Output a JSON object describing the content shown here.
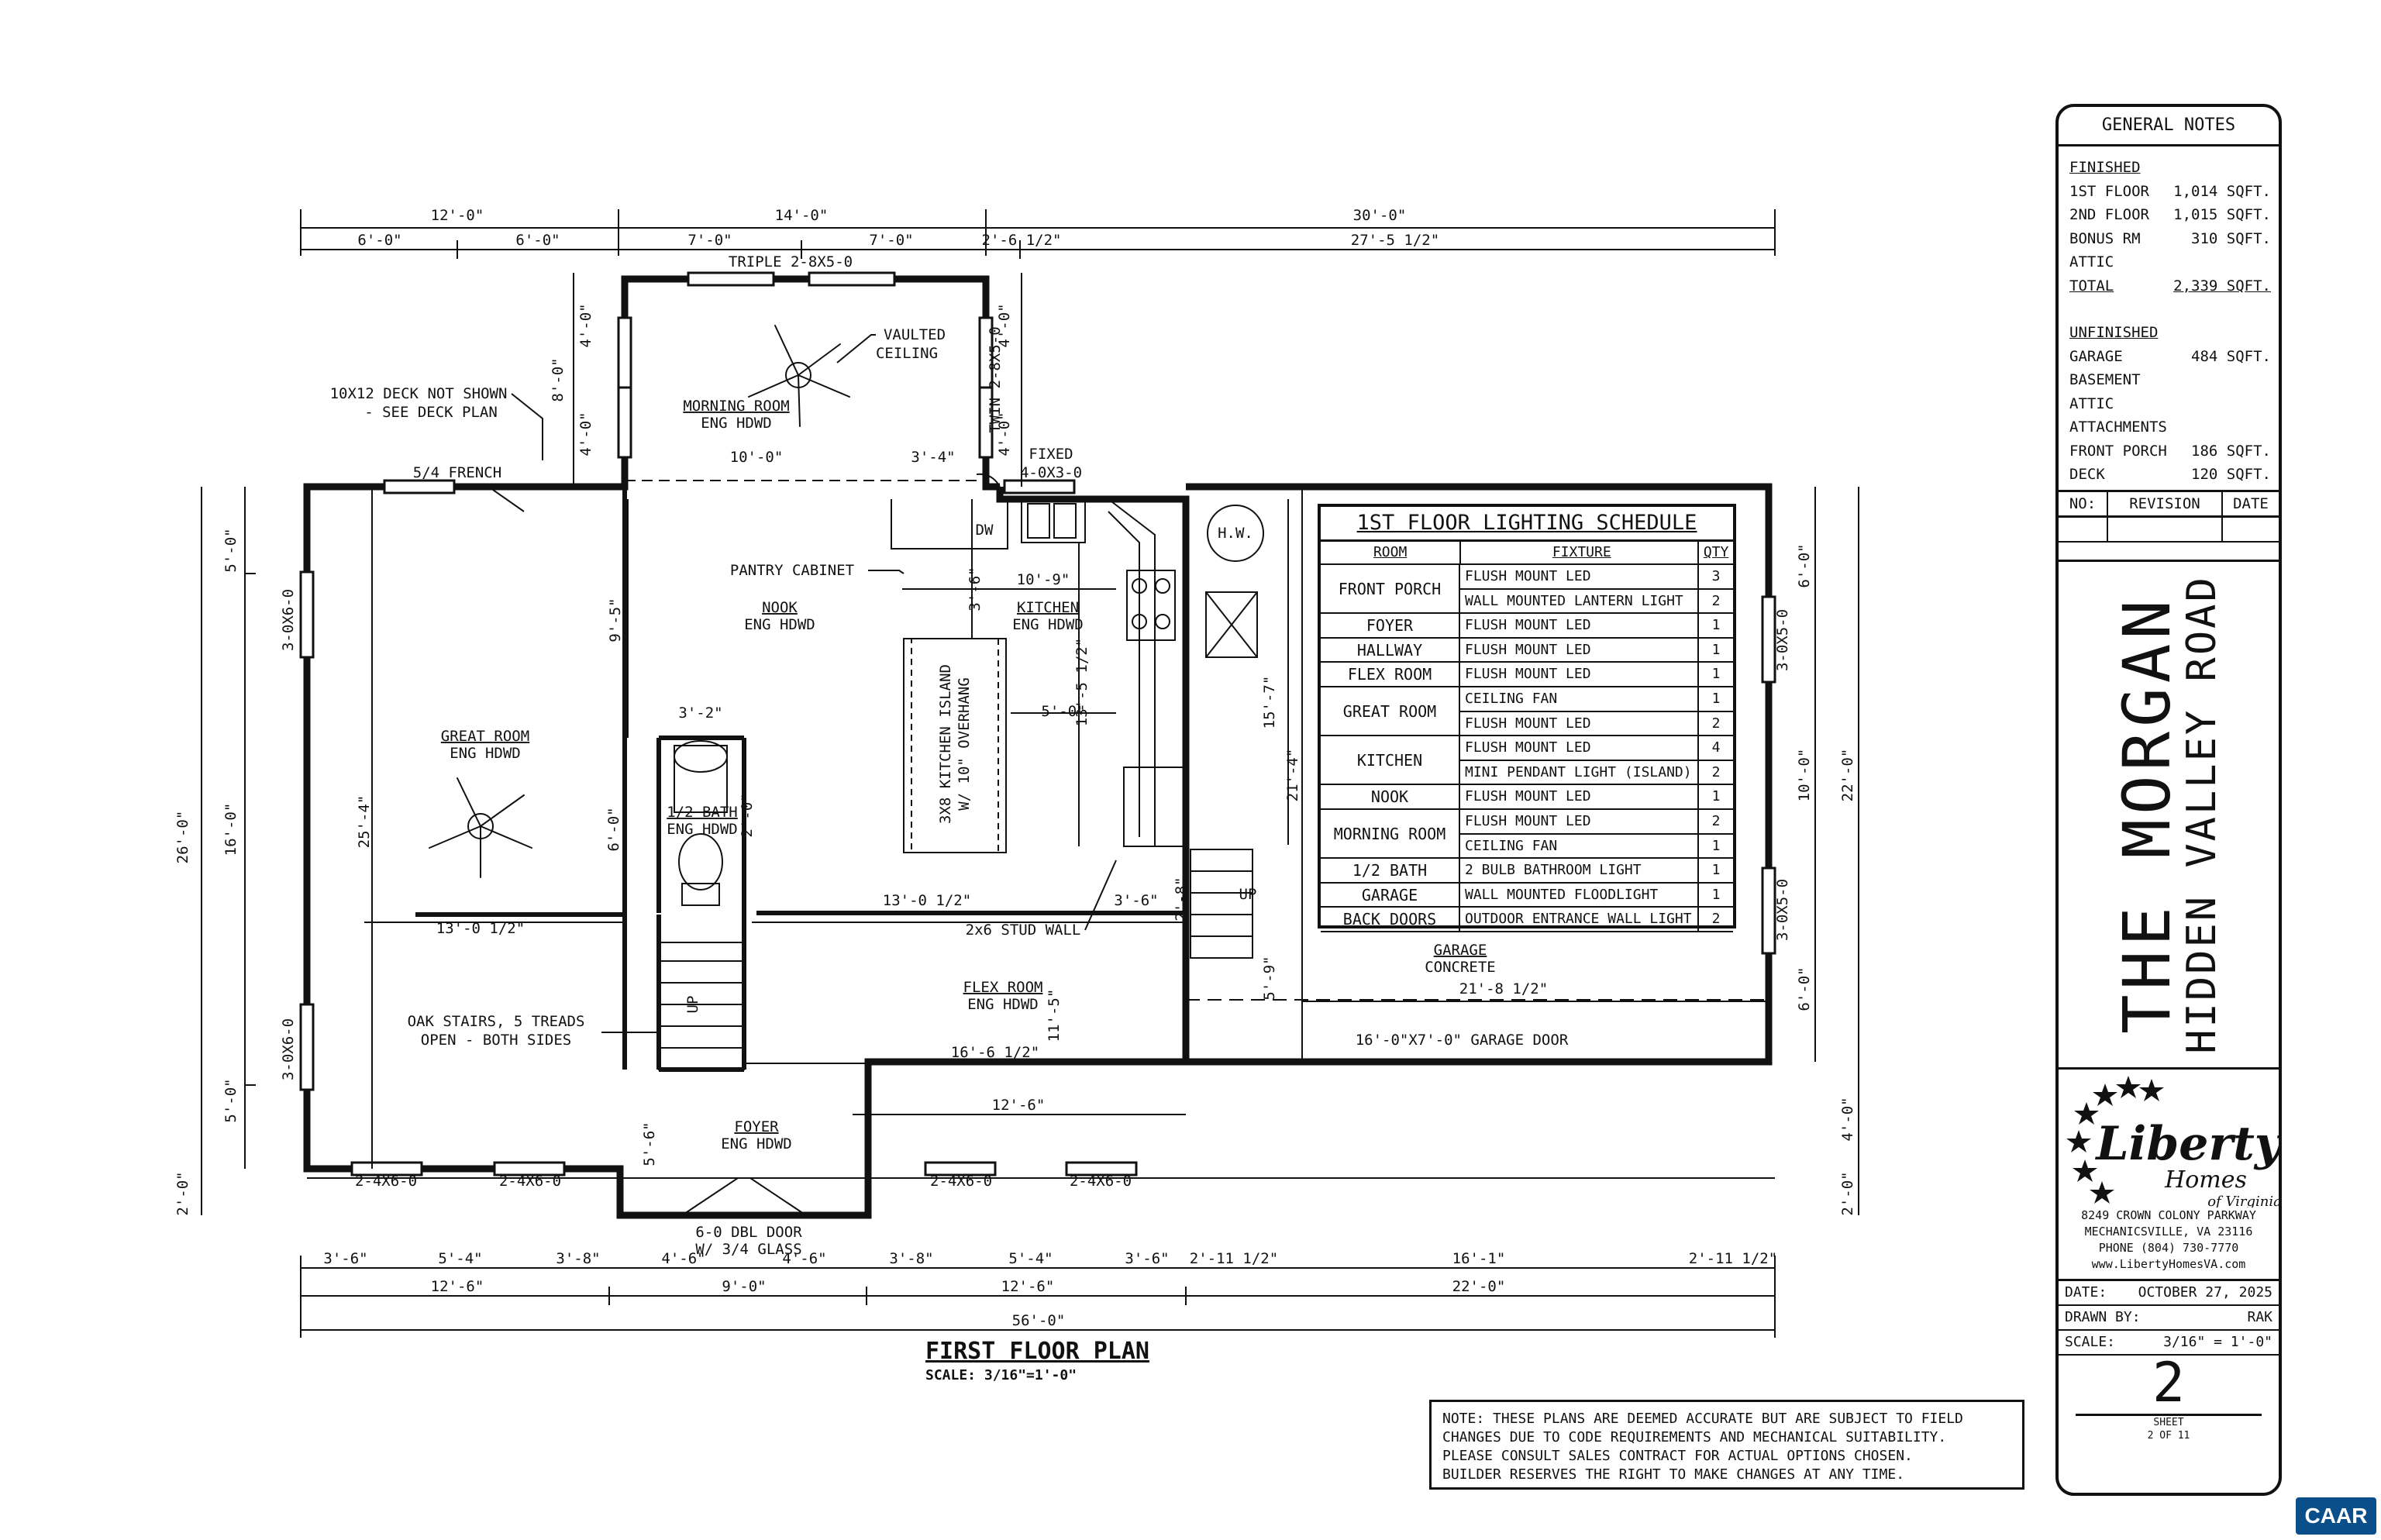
{
  "plan": {
    "title": "FIRST FLOOR PLAN",
    "scale": "SCALE: 3/16\"=1'-0\""
  },
  "dims": {
    "top_12_0": "12'-0\"",
    "top_14_0": "14'-0\"",
    "top_30_0": "30'-0\"",
    "top_6_0a": "6'-0\"",
    "top_6_0b": "6'-0\"",
    "top_7_0a": "7'-0\"",
    "top_7_0b": "7'-0\"",
    "top_2_6_1_2": "2'-6 1/2\"",
    "top_27_5_1_2": "27'-5 1/2\"",
    "left_4_0a": "4'-0\"",
    "left_8_0": "8'-0\"",
    "left_4_0b": "4'-0\"",
    "right_4_0a": "4'-0\"",
    "right_4_0b": "4'-0\"",
    "bed_10_0": "10'-0\"",
    "bed_3_4": "3'-4\"",
    "outer_26_0": "26'-0\"",
    "outer_5_0a": "5'-0\"",
    "outer_16_0": "16'-0\"",
    "outer_5_0b": "5'-0\"",
    "outer_2_0": "2'-0\"",
    "gr_25_4": "25'-4\"",
    "nook_9_5": "9'-5\"",
    "kit_10_9": "10'-9\"",
    "kit_3_6": "3'-6\"",
    "kit_13_5_1_2": "13'-5 1/2\"",
    "kit_5_0": "5'-0\"",
    "bath_3_2": "3'-2\"",
    "bath_6_0": "6'-0\"",
    "bath_2_0": "2'-0\"",
    "gr_13_0_1_2": "13'-0 1/2\"",
    "mid_13_0_1_2": "13'-0 1/2\"",
    "mid_3_6": "3'-6\"",
    "stair_2_8": "2'-8\"",
    "flex_11_5": "11'-5\"",
    "flex_16_6_1_2": "16'-6 1/2\"",
    "foyer_12_6": "12'-6\"",
    "foyer_5_6": "5'-6\"",
    "gar_15_7": "15'-7\"",
    "gar_21_4": "21'-4\"",
    "gar_5_9": "5'-9\"",
    "gar_21_8_1_2": "21'-8 1/2\"",
    "gar_r_6_0a": "6'-0\"",
    "gar_r_10_0": "10'-0\"",
    "gar_r_6_0b": "6'-0\"",
    "gar_r_22_0": "22'-0\"",
    "gar_r_4_0": "4'-0\"",
    "gar_r_2_0": "2'-0\"",
    "bot_3_6a": "3'-6\"",
    "bot_5_4a": "5'-4\"",
    "bot_3_8a": "3'-8\"",
    "bot_4_6a": "4'-6\"",
    "bot_4_6b": "4'-6\"",
    "bot_3_8b": "3'-8\"",
    "bot_5_4b": "5'-4\"",
    "bot_3_6b": "3'-6\"",
    "bot_2_11a": "2'-11 1/2\"",
    "bot_16_1": "16'-1\"",
    "bot_2_11b": "2'-11 1/2\"",
    "bot_12_6a": "12'-6\"",
    "bot_9_0": "9'-0\"",
    "bot_12_6b": "12'-6\"",
    "bot_22_0": "22'-0\"",
    "bot_56_0": "56'-0\""
  },
  "labels": {
    "triple_window": "TRIPLE 2-8X5-0",
    "vaulted": "VAULTED",
    "ceiling": "CEILING",
    "twin_window": "TWIN 2-8X5-0",
    "morning_room": "MORNING ROOM",
    "morning_room_floor": "ENG HDWD",
    "deck_note_1": "10X12 DECK NOT SHOWN",
    "deck_note_2": "- SEE DECK PLAN",
    "french": "5/4 FRENCH",
    "fixed_1": "FIXED",
    "fixed_2": "4-0X3-0",
    "pantry": "PANTRY CABINET",
    "dw": "DW",
    "nook": "NOOK",
    "nook_floor": "ENG HDWD",
    "kitchen": "KITCHEN",
    "kitchen_floor": "ENG HDWD",
    "island_1": "3X8 KITCHEN ISLAND",
    "island_2": "W/ 10\" OVERHANG",
    "great_room": "GREAT ROOM",
    "great_room_floor": "ENG HDWD",
    "gr_win_1": "3-0X6-0",
    "gr_win_2": "3-0X6-0",
    "half_bath": "1/2 BATH",
    "half_bath_floor": "ENG HDWD",
    "stud_wall": "2x6 STUD WALL",
    "stairs_1": "OAK STAIRS, 5 TREADS",
    "stairs_2": "OPEN - BOTH SIDES",
    "up_1": "UP",
    "up_2": "UP",
    "flex_room": "FLEX ROOM",
    "flex_room_floor": "ENG HDWD",
    "foyer": "FOYER",
    "foyer_floor": "ENG HDWD",
    "door_1": "6-0 DBL DOOR",
    "door_2": "W/ 3/4 GLASS",
    "win_bot_1": "2-4X6-0",
    "win_bot_2": "2-4X6-0",
    "win_bot_3": "2-4X6-0",
    "win_bot_4": "2-4X6-0",
    "hw": "H.W.",
    "garage": "GARAGE",
    "garage_floor": "CONCRETE",
    "garage_door": "16'-0\"X7'-0\" GARAGE DOOR",
    "gar_win_1": "3-0X5-0",
    "gar_win_2": "3-0X5-0"
  },
  "schedule": {
    "title": "1ST FLOOR LIGHTING SCHEDULE",
    "col_room": "ROOM",
    "col_fixture": "FIXTURE",
    "col_qty": "QTY",
    "groups": [
      {
        "room": "FRONT PORCH",
        "rows": [
          {
            "fixture": "FLUSH MOUNT LED",
            "qty": "3"
          },
          {
            "fixture": "WALL MOUNTED LANTERN LIGHT",
            "qty": "2"
          }
        ]
      },
      {
        "room": "FOYER",
        "rows": [
          {
            "fixture": "FLUSH MOUNT LED",
            "qty": "1"
          }
        ]
      },
      {
        "room": "HALLWAY",
        "rows": [
          {
            "fixture": "FLUSH MOUNT LED",
            "qty": "1"
          }
        ]
      },
      {
        "room": "FLEX ROOM",
        "rows": [
          {
            "fixture": "FLUSH MOUNT LED",
            "qty": "1"
          }
        ]
      },
      {
        "room": "GREAT ROOM",
        "rows": [
          {
            "fixture": "CEILING FAN",
            "qty": "1"
          },
          {
            "fixture": "FLUSH MOUNT LED",
            "qty": "2"
          }
        ]
      },
      {
        "room": "KITCHEN",
        "rows": [
          {
            "fixture": "FLUSH MOUNT LED",
            "qty": "4"
          },
          {
            "fixture": "MINI PENDANT LIGHT (ISLAND)",
            "qty": "2"
          }
        ]
      },
      {
        "room": "NOOK",
        "rows": [
          {
            "fixture": "FLUSH MOUNT LED",
            "qty": "1"
          }
        ]
      },
      {
        "room": "MORNING ROOM",
        "rows": [
          {
            "fixture": "FLUSH MOUNT LED",
            "qty": "2"
          },
          {
            "fixture": "CEILING FAN",
            "qty": "1"
          }
        ]
      },
      {
        "room": "1/2 BATH",
        "rows": [
          {
            "fixture": "2 BULB BATHROOM LIGHT",
            "qty": "1"
          }
        ]
      },
      {
        "room": "GARAGE",
        "rows": [
          {
            "fixture": "WALL MOUNTED FLOODLIGHT",
            "qty": "1"
          }
        ]
      },
      {
        "room": "BACK DOORS",
        "rows": [
          {
            "fixture": "OUTDOOR ENTRANCE WALL LIGHT",
            "qty": "2"
          }
        ]
      }
    ]
  },
  "titleblock": {
    "header": "GENERAL NOTES",
    "finished": "FINISHED",
    "finished_rows": [
      {
        "label": "1ST FLOOR",
        "value": "1,014 SQFT."
      },
      {
        "label": "2ND FLOOR",
        "value": "1,015 SQFT."
      },
      {
        "label": "BONUS RM",
        "value": "310 SQFT."
      },
      {
        "label": "ATTIC",
        "value": ""
      }
    ],
    "total_label": "TOTAL",
    "total_value": "2,339 SQFT.",
    "unfinished": "UNFINISHED",
    "unfinished_rows": [
      {
        "label": "GARAGE",
        "value": "484 SQFT."
      },
      {
        "label": "BASEMENT",
        "value": ""
      },
      {
        "label": "ATTIC",
        "value": ""
      },
      {
        "label": "ATTACHMENTS",
        "value": ""
      },
      {
        "label": "FRONT PORCH",
        "value": "186 SQFT."
      },
      {
        "label": "DECK",
        "value": "120 SQFT."
      }
    ],
    "rev_no": "NO:",
    "rev_revision": "REVISION",
    "rev_date": "DATE",
    "title_1": "THE MORGAN",
    "title_2": "HIDDEN VALLEY ROAD",
    "logo_1": "Liberty",
    "logo_2": "Homes",
    "logo_3": "of Virginia",
    "address_1": "8249 CROWN COLONY PARKWAY",
    "address_2": "MECHANICSVILLE, VA 23116",
    "address_3": "PHONE (804) 730-7770",
    "address_4": "www.LibertyHomesVA.com",
    "date_label": "DATE:",
    "date_value": "OCTOBER 27, 2025",
    "drawn_label": "DRAWN BY:",
    "drawn_value": "RAK",
    "scale_label": "SCALE:",
    "scale_value": "3/16\" = 1'-0\"",
    "sheet_number": "2",
    "sheet_label": "SHEET",
    "sheet_of": "2 OF 11"
  },
  "bottom_note": {
    "line_1": "NOTE: THESE PLANS ARE DEEMED ACCURATE BUT ARE SUBJECT TO FIELD",
    "line_2": "CHANGES DUE TO CODE REQUIREMENTS AND MECHANICAL SUITABILITY.",
    "line_3": "PLEASE CONSULT SALES CONTRACT FOR ACTUAL OPTIONS CHOSEN.",
    "line_4": "BUILDER RESERVES THE RIGHT TO MAKE CHANGES AT ANY TIME."
  },
  "watermark": "CAAR"
}
